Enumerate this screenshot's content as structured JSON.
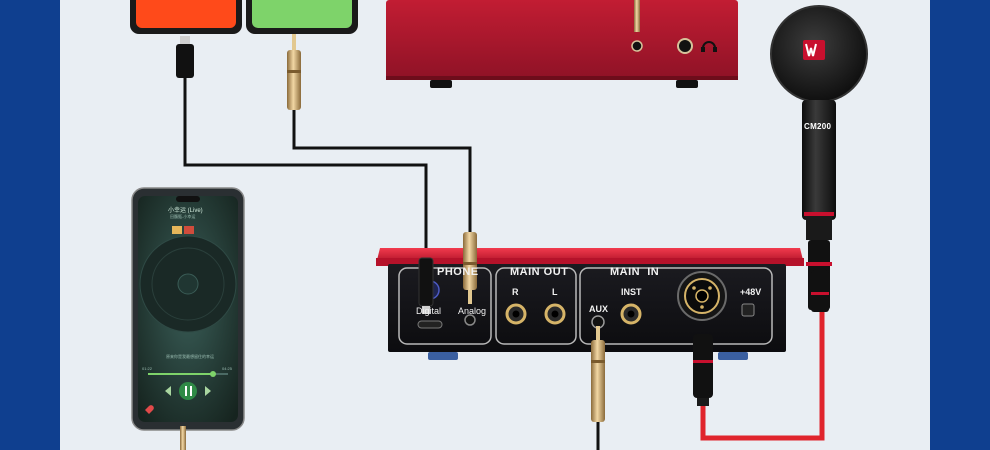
{
  "interface": {
    "phone_section": "PHONE",
    "digital_label": "Digital",
    "analog_label": "Analog",
    "main_out_section": "MAIN OUT",
    "right_label": "R",
    "left_label": "L",
    "main_in_section": "MAIN  IN",
    "aux_label": "AUX",
    "inst_label": "INST",
    "phantom_label": "+48V"
  },
  "microphone": {
    "model": "CM200"
  },
  "phone": {
    "song_title": "小幸运 (Live)",
    "artist": "田馥甄-小幸运",
    "lyric": "原来你是我最想留住的幸运",
    "time_elapsed": "01:22",
    "time_total": "04:25"
  },
  "colors": {
    "background_border": "#0f3f8f",
    "canvas": "#e9eef3",
    "interface_red": "#c8102e",
    "mixer_red": "#a3172b",
    "xlr_cable_red": "#e0242c",
    "phone_green": "#7ed36a",
    "phone_orange": "#ff4a1a"
  }
}
